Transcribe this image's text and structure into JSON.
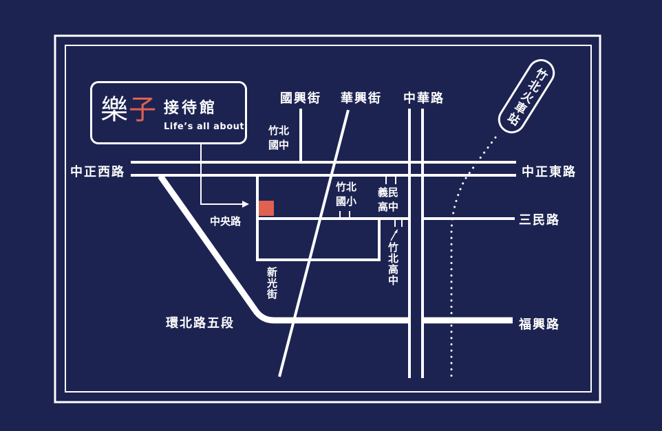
{
  "logo": {
    "main": "樂",
    "zi": "子",
    "title": "接待館",
    "subtitle": "Life’s all about"
  },
  "roads": {
    "zhongzheng_west": "中正西路",
    "zhongzheng_east": "中正東路",
    "guoxing": "國興街",
    "huaxing": "華興街",
    "zhonghua": "中華路",
    "zhongyang": "中央路",
    "sanmin": "三民路",
    "xinguang": "新光街",
    "huanbei": "環北路五段",
    "fuxing": "福興路"
  },
  "schools": {
    "zhubei_jh": "竹北國中",
    "zhubei_es": "竹北國小",
    "yimin_hs": "義民高中",
    "zhubei_hs": "竹北高中"
  },
  "station": "竹北火車站",
  "colors": {
    "background": "#1d2351",
    "line": "#ffffff",
    "marker": "#e06150"
  }
}
